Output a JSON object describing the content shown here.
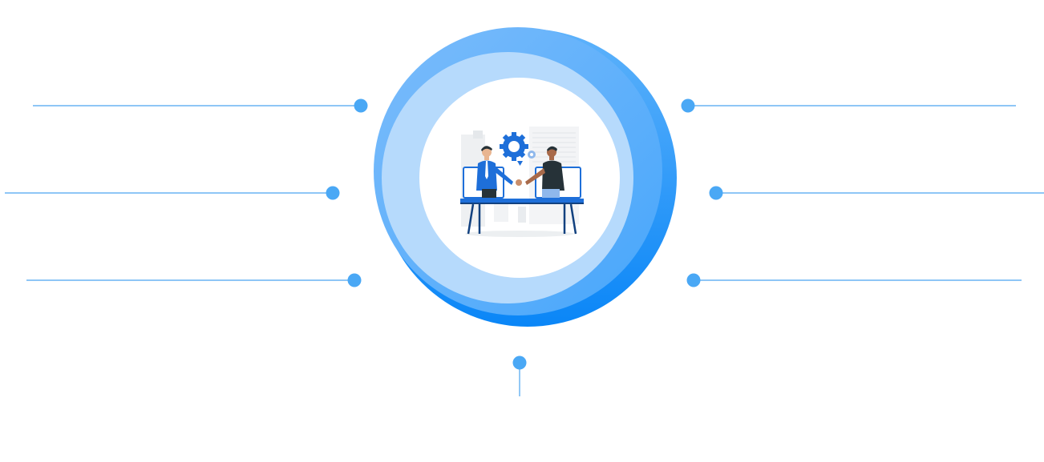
{
  "diagram": {
    "colors": {
      "connector_line": "#4aa3f0",
      "connector_dot": "#4aa8f5",
      "ring_dark": "#0a86f7",
      "ring_mid": "#7bbcfb",
      "ring_light": "#b6dafc",
      "center_fill": "#ffffff",
      "illustration_blue": "#1e6fd9",
      "illustration_dark": "#263238"
    },
    "center_illustration": {
      "icon_name": "handshake-over-laptops-illustration"
    },
    "connectors": [
      {
        "id": "left-top",
        "side": "left",
        "label": ""
      },
      {
        "id": "left-middle",
        "side": "left",
        "label": ""
      },
      {
        "id": "left-bottom",
        "side": "left",
        "label": ""
      },
      {
        "id": "right-top",
        "side": "right",
        "label": ""
      },
      {
        "id": "right-middle",
        "side": "right",
        "label": ""
      },
      {
        "id": "right-bottom",
        "side": "right",
        "label": ""
      },
      {
        "id": "bottom-center",
        "side": "bottom",
        "label": ""
      }
    ]
  }
}
